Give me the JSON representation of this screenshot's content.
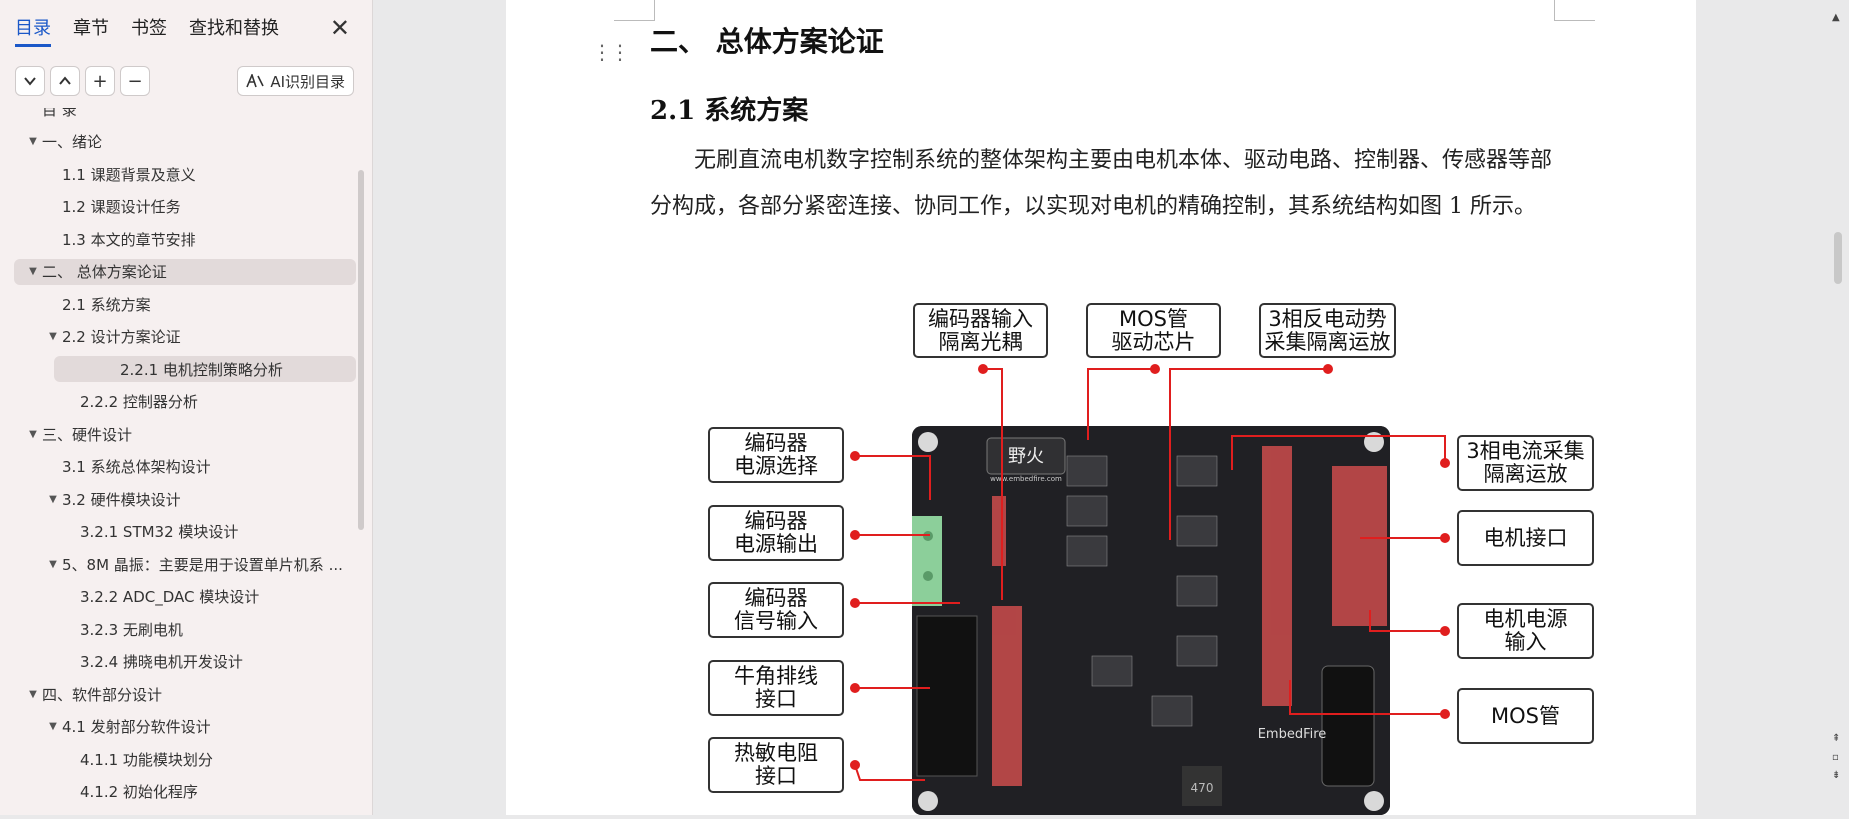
{
  "sidebar": {
    "tabs": [
      {
        "label": "目录",
        "active": true
      },
      {
        "label": "章节",
        "active": false
      },
      {
        "label": "书签",
        "active": false
      },
      {
        "label": "查找和替换",
        "active": false
      }
    ],
    "close_symbol": "✕",
    "toolbar": {
      "expand_down": "⌄",
      "collapse_up": "⌃",
      "add": "+",
      "remove": "−",
      "ai_label": "AI识别目录"
    },
    "toc": [
      {
        "label": "目 录",
        "level": 0,
        "arrow": "",
        "partial": true
      },
      {
        "label": "一、绪论",
        "level": 0,
        "arrow": "▼"
      },
      {
        "label": "1.1 课题背景及意义",
        "level": 1,
        "arrow": ""
      },
      {
        "label": "1.2 课题设计任务",
        "level": 1,
        "arrow": ""
      },
      {
        "label": "1.3 本文的章节安排",
        "level": 1,
        "arrow": ""
      },
      {
        "label": "二、 总体方案论证",
        "level": 0,
        "arrow": "▼",
        "selected": true
      },
      {
        "label": "2.1 系统方案",
        "level": 1,
        "arrow": ""
      },
      {
        "label": "2.2 设计方案论证",
        "level": 1,
        "arrow": "▼"
      },
      {
        "label": "2.2.1 电机控制策略分析",
        "level": 2,
        "arrow": "",
        "selected": true
      },
      {
        "label": "2.2.2 控制器分析",
        "level": 2,
        "arrow": ""
      },
      {
        "label": "三、硬件设计",
        "level": 0,
        "arrow": "▼"
      },
      {
        "label": "3.1 系统总体架构设计",
        "level": 1,
        "arrow": ""
      },
      {
        "label": "3.2 硬件模块设计",
        "level": 1,
        "arrow": "▼"
      },
      {
        "label": "3.2.1 STM32 模块设计",
        "level": 2,
        "arrow": ""
      },
      {
        "label": "5、8M 晶振：主要是用于设置单片机系 ...",
        "level": 1,
        "arrow": "▼"
      },
      {
        "label": "3.2.2 ADC_DAC 模块设计",
        "level": 2,
        "arrow": ""
      },
      {
        "label": "3.2.3 无刷电机",
        "level": 2,
        "arrow": ""
      },
      {
        "label": "3.2.4 拂晓电机开发设计",
        "level": 2,
        "arrow": ""
      },
      {
        "label": "四、软件部分设计",
        "level": 0,
        "arrow": "▼"
      },
      {
        "label": "4.1 发射部分软件设计",
        "level": 1,
        "arrow": "▼"
      },
      {
        "label": "4.1.1 功能模块划分",
        "level": 2,
        "arrow": ""
      },
      {
        "label": "4.1.2 初始化程序",
        "level": 2,
        "arrow": ""
      }
    ]
  },
  "document": {
    "heading1": "二、  总体方案论证",
    "heading2": "2.1  系统方案",
    "paragraph": "无刷直流电机数字控制系统的整体架构主要由电机本体、驱动电路、控制器、传感器等部分构成，各部分紧密连接、协同工作，以实现对电机的精确控制，其系统结构如图 1 所示。",
    "figure_labels": {
      "top": [
        "编码器输入\n隔离光耦",
        "MOS管\n驱动芯片",
        "3相反电动势\n采集隔离运放"
      ],
      "left": [
        "编码器\n电源选择",
        "编码器\n电源输出",
        "编码器\n信号输入",
        "牛角排线\n接口",
        "热敏电阻\n接口"
      ],
      "right": [
        "3相电流采集\n隔离运放",
        "电机接口",
        "电机电源\n输入",
        "MOS管"
      ]
    },
    "board_text": {
      "logo": "野火",
      "brand": "EmbedFire",
      "url": "www.embedfire.com",
      "cap": "470"
    }
  },
  "colors": {
    "accent": "#1b58c8",
    "annotation_red": "#e01e1e",
    "sidebar_bg": "#f6f0f0",
    "selected_bg": "#e2dada"
  }
}
